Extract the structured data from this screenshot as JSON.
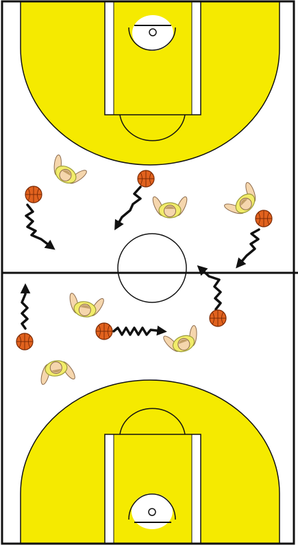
{
  "diagram": {
    "colors": {
      "paint": "#f5ea00",
      "line": "#111111",
      "court": "#ffffff",
      "ball": "#e1621e",
      "ball_seam": "#7a2a05",
      "jersey": "#f2ec6a",
      "jersey_outline": "#9a9a3a",
      "skin": "#f5d6ad",
      "skin_outline": "#8c6a4c",
      "hair": "#a07a3c",
      "arrow": "#111111"
    },
    "players": [
      {
        "id": "player-1",
        "facing": "up-right"
      },
      {
        "id": "player-2",
        "facing": "down"
      },
      {
        "id": "player-3",
        "facing": "down-left"
      },
      {
        "id": "player-4",
        "facing": "up"
      },
      {
        "id": "player-5",
        "facing": "down"
      },
      {
        "id": "player-6",
        "facing": "up-left"
      }
    ],
    "dribble_arrows": 6
  }
}
